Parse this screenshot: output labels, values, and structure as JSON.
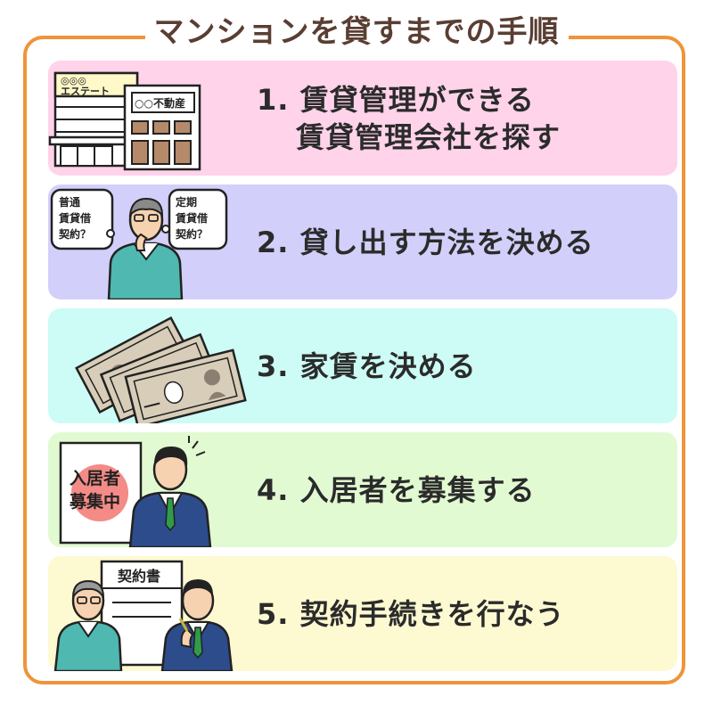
{
  "title": "マンションを貸すまでの手順",
  "colors": {
    "frame": "#ef9439",
    "title_text": "#5a3e33",
    "step1_bg": "#ffd3ea",
    "step2_bg": "#d2d0fa",
    "step3_bg": "#cdfbf5",
    "step4_bg": "#e2fad2",
    "step5_bg": "#fdfad2"
  },
  "steps": [
    {
      "label_line1": "1. 賃貸管理ができる",
      "label_line2": "賃貸管理会社を探す",
      "sign_left": "◎◎◎",
      "sign_left_sub": "エステート",
      "sign_right": "○○不動産",
      "icon": "real-estate-office-buildings-icon"
    },
    {
      "label_line1": "2. 貸し出す方法を決める",
      "bubble_left": [
        "普通",
        "賃貸借",
        "契約？"
      ],
      "bubble_right": [
        "定期",
        "賃貸借",
        "契約？"
      ],
      "icon": "thinking-person-icon"
    },
    {
      "label_line1": "3. 家賃を決める",
      "icon": "banknotes-icon"
    },
    {
      "label_line1": "4. 入居者を募集する",
      "poster": [
        "入居者",
        "募集中"
      ],
      "icon": "businessman-with-poster-icon"
    },
    {
      "label_line1": "5. 契約手続きを行なう",
      "document": "契約書",
      "icon": "contract-signing-icon"
    }
  ]
}
